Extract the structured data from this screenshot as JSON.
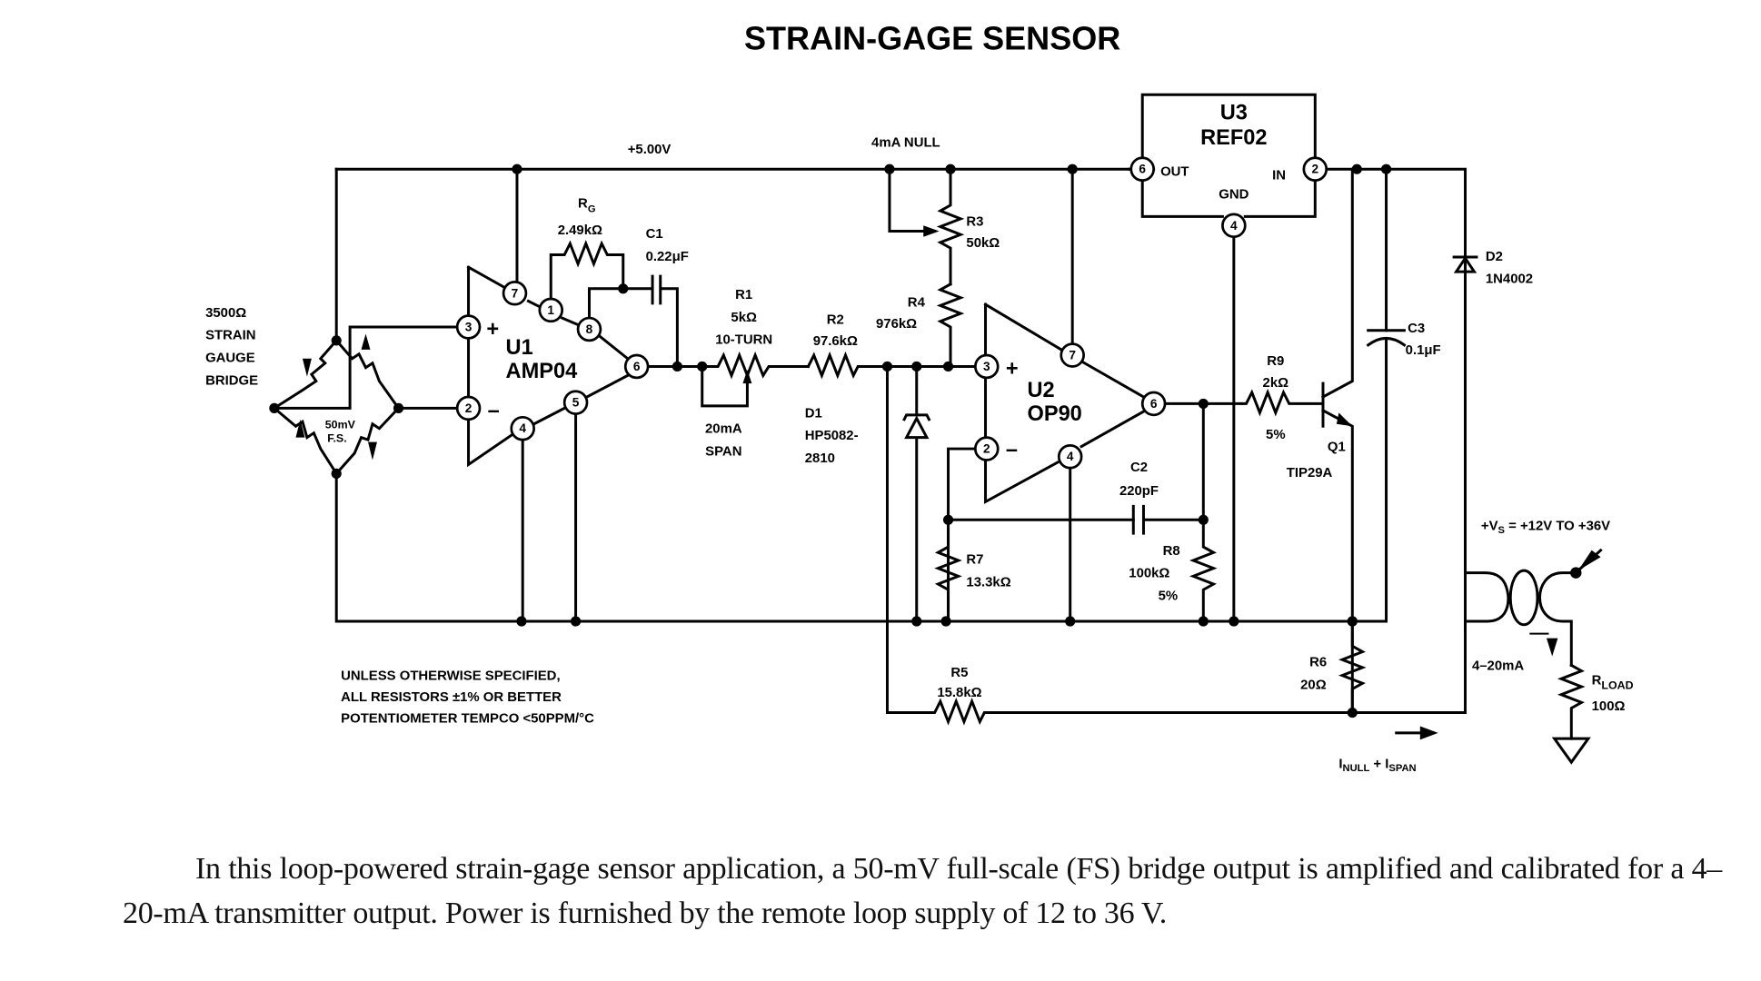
{
  "title": "STRAIN-GAGE SENSOR",
  "rails": {
    "supply_label": "+5.00V",
    "null_label": "4mA NULL"
  },
  "bridge": {
    "label": [
      "3500Ω",
      "STRAIN",
      "GAUGE",
      "BRIDGE"
    ],
    "fs_label": [
      "50mV",
      "F.S."
    ]
  },
  "u1": {
    "ref": "U1",
    "part": "AMP04",
    "pins": {
      "p7": "7",
      "p1": "1",
      "p8": "8",
      "p6": "6",
      "p5": "5",
      "p4": "4",
      "p3": "3",
      "p2": "2"
    },
    "plus": "+",
    "minus": "–"
  },
  "u2": {
    "ref": "U2",
    "part": "OP90",
    "pins": {
      "p3": "3",
      "p2": "2",
      "p7": "7",
      "p6": "6",
      "p4": "4"
    },
    "plus": "+",
    "minus": "–"
  },
  "u3": {
    "ref": "U3",
    "part": "REF02",
    "pins": {
      "p6": "6",
      "p2": "2",
      "p4": "4"
    },
    "out": "OUT",
    "in": "IN",
    "gnd": "GND"
  },
  "components": {
    "rg": {
      "ref": "R",
      "sub": "G",
      "value": "2.49kΩ"
    },
    "c1": {
      "ref": "C1",
      "value": "0.22μF"
    },
    "r1": {
      "ref": "R1",
      "value": "5kΩ",
      "note": "10-TURN",
      "function": [
        "20mA",
        "SPAN"
      ]
    },
    "r2": {
      "ref": "R2",
      "value": "97.6kΩ"
    },
    "d1": {
      "ref": "D1",
      "part": [
        "HP5082-",
        "2810"
      ]
    },
    "r3": {
      "ref": "R3",
      "value": "50kΩ"
    },
    "r4": {
      "ref": "R4",
      "value": "976kΩ"
    },
    "r5": {
      "ref": "R5",
      "value": "15.8kΩ"
    },
    "r6": {
      "ref": "R6",
      "value": "20Ω"
    },
    "r7": {
      "ref": "R7",
      "value": "13.3kΩ"
    },
    "r8": {
      "ref": "R8",
      "value": "100kΩ",
      "tol": "5%"
    },
    "r9": {
      "ref": "R9",
      "value": "2kΩ",
      "tol": "5%"
    },
    "c2": {
      "ref": "C2",
      "value": "220pF"
    },
    "c3": {
      "ref": "C3",
      "value": "0.1μF"
    },
    "d2": {
      "ref": "D2",
      "part": "1N4002"
    },
    "q1": {
      "ref": "Q1",
      "part": "TIP29A"
    },
    "rload": {
      "ref": "R",
      "sub": "LOAD",
      "value": "100Ω"
    }
  },
  "loop": {
    "vs_label": "+V",
    "vs_sub": "S",
    "vs_range": " = +12V TO +36V",
    "current_label": "4–20mA",
    "inull": "I",
    "inull_sub": "NULL",
    "plus": " + I",
    "ispan_sub": "SPAN"
  },
  "notes": [
    "UNLESS OTHERWISE SPECIFIED,",
    "ALL RESISTORS ±1% OR BETTER",
    "POTENTIOMETER TEMPCO <50PPM/°C"
  ],
  "caption": "In this loop-powered strain-gage sensor application, a 50-mV full-scale (FS) bridge output is amplified and calibrated for a 4–20-mA transmitter output. Power is furnished by the remote loop supply of 12 to 36 V."
}
